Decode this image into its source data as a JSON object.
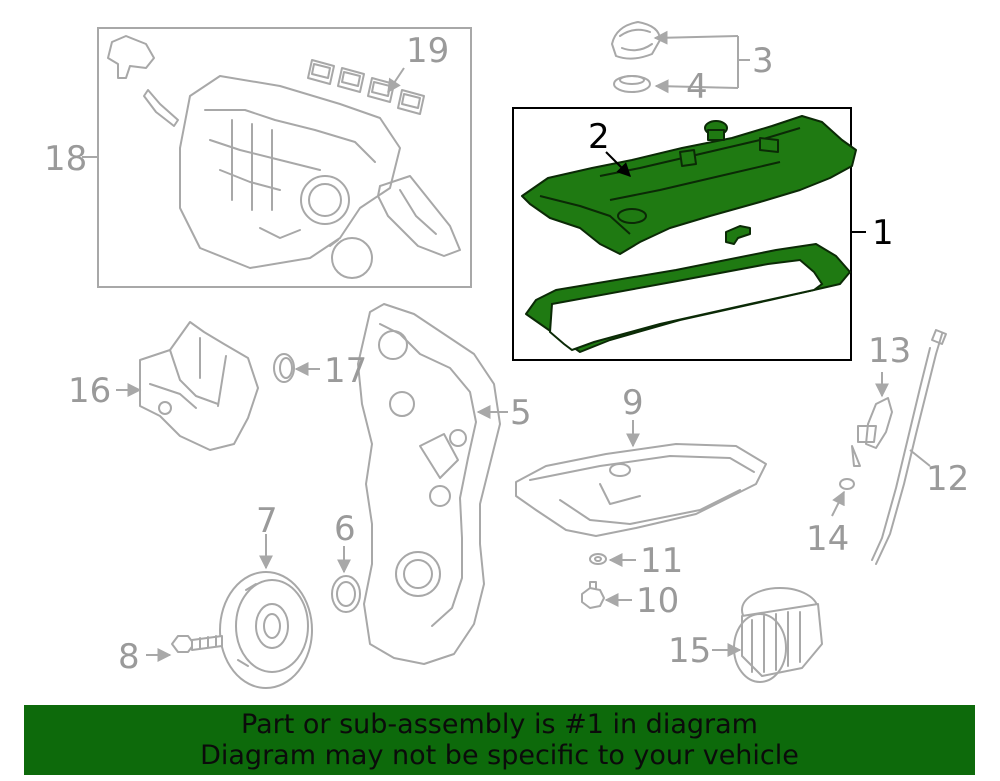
{
  "callouts": {
    "c1": "1",
    "c2": "2",
    "c3": "3",
    "c4": "4",
    "c5": "5",
    "c6": "6",
    "c7": "7",
    "c8": "8",
    "c9": "9",
    "c10": "10",
    "c11": "11",
    "c12": "12",
    "c13": "13",
    "c14": "14",
    "c15": "15",
    "c16": "16",
    "c17": "17",
    "c18": "18",
    "c19": "19"
  },
  "banner": {
    "line1": "Part or sub-assembly is #1 in diagram",
    "line2": "Diagram may not be specific to your vehicle"
  },
  "colors": {
    "highlight_part": "#1f7a12",
    "banner": "#0d6a0b",
    "outline": "#a8a8a8"
  }
}
